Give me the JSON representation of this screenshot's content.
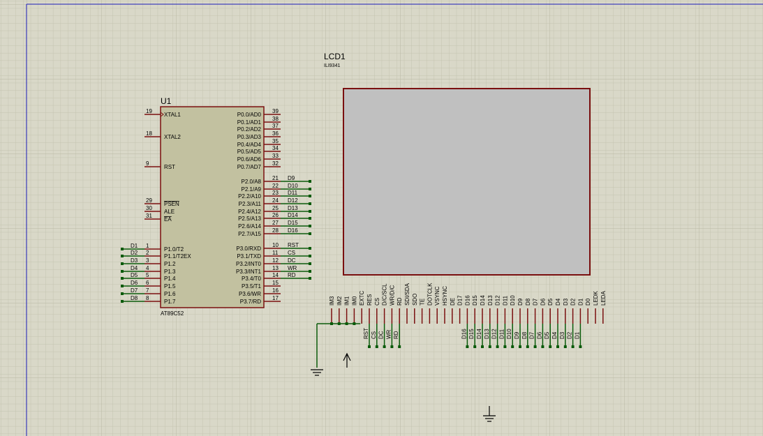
{
  "mcu": {
    "ref": "U1",
    "part": "AT89C52",
    "left_pins": [
      {
        "num": "19",
        "name": "XTAL1"
      },
      {
        "num": "18",
        "name": "XTAL2"
      },
      {
        "num": "9",
        "name": "RST"
      },
      {
        "num": "29",
        "name": "PSEN"
      },
      {
        "num": "30",
        "name": "ALE"
      },
      {
        "num": "31",
        "name": "EA"
      },
      {
        "num": "1",
        "name": "P1.0/T2",
        "net": "D1"
      },
      {
        "num": "2",
        "name": "P1.1/T2EX",
        "net": "D2"
      },
      {
        "num": "3",
        "name": "P1.2",
        "net": "D3"
      },
      {
        "num": "4",
        "name": "P1.3",
        "net": "D4"
      },
      {
        "num": "5",
        "name": "P1.4",
        "net": "D5"
      },
      {
        "num": "6",
        "name": "P1.5",
        "net": "D6"
      },
      {
        "num": "7",
        "name": "P1.6",
        "net": "D7"
      },
      {
        "num": "8",
        "name": "P1.7",
        "net": "D8"
      }
    ],
    "right_pins": [
      {
        "num": "39",
        "name": "P0.0/AD0"
      },
      {
        "num": "38",
        "name": "P0.1/AD1"
      },
      {
        "num": "37",
        "name": "P0.2/AD2"
      },
      {
        "num": "36",
        "name": "P0.3/AD3"
      },
      {
        "num": "35",
        "name": "P0.4/AD4"
      },
      {
        "num": "34",
        "name": "P0.5/AD5"
      },
      {
        "num": "33",
        "name": "P0.6/AD6"
      },
      {
        "num": "32",
        "name": "P0.7/AD7"
      },
      {
        "num": "21",
        "name": "P2.0/A8",
        "net": "D9"
      },
      {
        "num": "22",
        "name": "P2.1/A9",
        "net": "D10"
      },
      {
        "num": "23",
        "name": "P2.2/A10",
        "net": "D11"
      },
      {
        "num": "24",
        "name": "P2.3/A11",
        "net": "D12"
      },
      {
        "num": "25",
        "name": "P2.4/A12",
        "net": "D13"
      },
      {
        "num": "26",
        "name": "P2.5/A13",
        "net": "D14"
      },
      {
        "num": "27",
        "name": "P2.6/A14",
        "net": "D15"
      },
      {
        "num": "28",
        "name": "P2.7/A15",
        "net": "D16"
      },
      {
        "num": "10",
        "name": "P3.0/RXD",
        "net": "RST"
      },
      {
        "num": "11",
        "name": "P3.1/TXD",
        "net": "CS"
      },
      {
        "num": "12",
        "name": "P3.2/INT0",
        "net": "DC"
      },
      {
        "num": "13",
        "name": "P3.3/INT1",
        "net": "WR"
      },
      {
        "num": "14",
        "name": "P3.4/T0",
        "net": "RD"
      },
      {
        "num": "15",
        "name": "P3.5/T1"
      },
      {
        "num": "16",
        "name": "P3.6/WR"
      },
      {
        "num": "17",
        "name": "P3.7/RD"
      }
    ]
  },
  "lcd": {
    "ref": "LCD1",
    "part": "ILI9341",
    "pins": [
      "IM3",
      "IM2",
      "IM1",
      "IM0",
      "EXTC",
      "RES",
      "CS",
      "D/C/SCL",
      "WR/D/C",
      "RD",
      "SDI/SDA",
      "SDO",
      "TE",
      "DOTCLK",
      "VSYNC",
      "HSYNC",
      "DE",
      "D17",
      "D16",
      "D15",
      "D14",
      "D13",
      "D12",
      "D11",
      "D10",
      "D9",
      "D8",
      "D7",
      "D6",
      "D5",
      "D4",
      "D3",
      "D2",
      "D1",
      "D0",
      "LEDK",
      "LEDA"
    ],
    "ctrl_nets": [
      "RST",
      "CS",
      "DC",
      "WR",
      "RD"
    ],
    "data_nets": [
      "D16",
      "D15",
      "D14",
      "D13",
      "D12",
      "D11",
      "D10",
      "D9",
      "D8",
      "D7",
      "D6",
      "D5",
      "D4",
      "D3",
      "D2",
      "D1"
    ]
  },
  "colors": {
    "background": "#d9d8c8",
    "grid": "#c2c1ae",
    "border_line": "#1b1bb8",
    "component_body": "#c2c1a0",
    "component_outline": "#7a0f0f",
    "pin": "#7a0f0f",
    "wire": "#0a5a0a",
    "lcd_screen": "#c0c0c0",
    "text": "#000000"
  }
}
